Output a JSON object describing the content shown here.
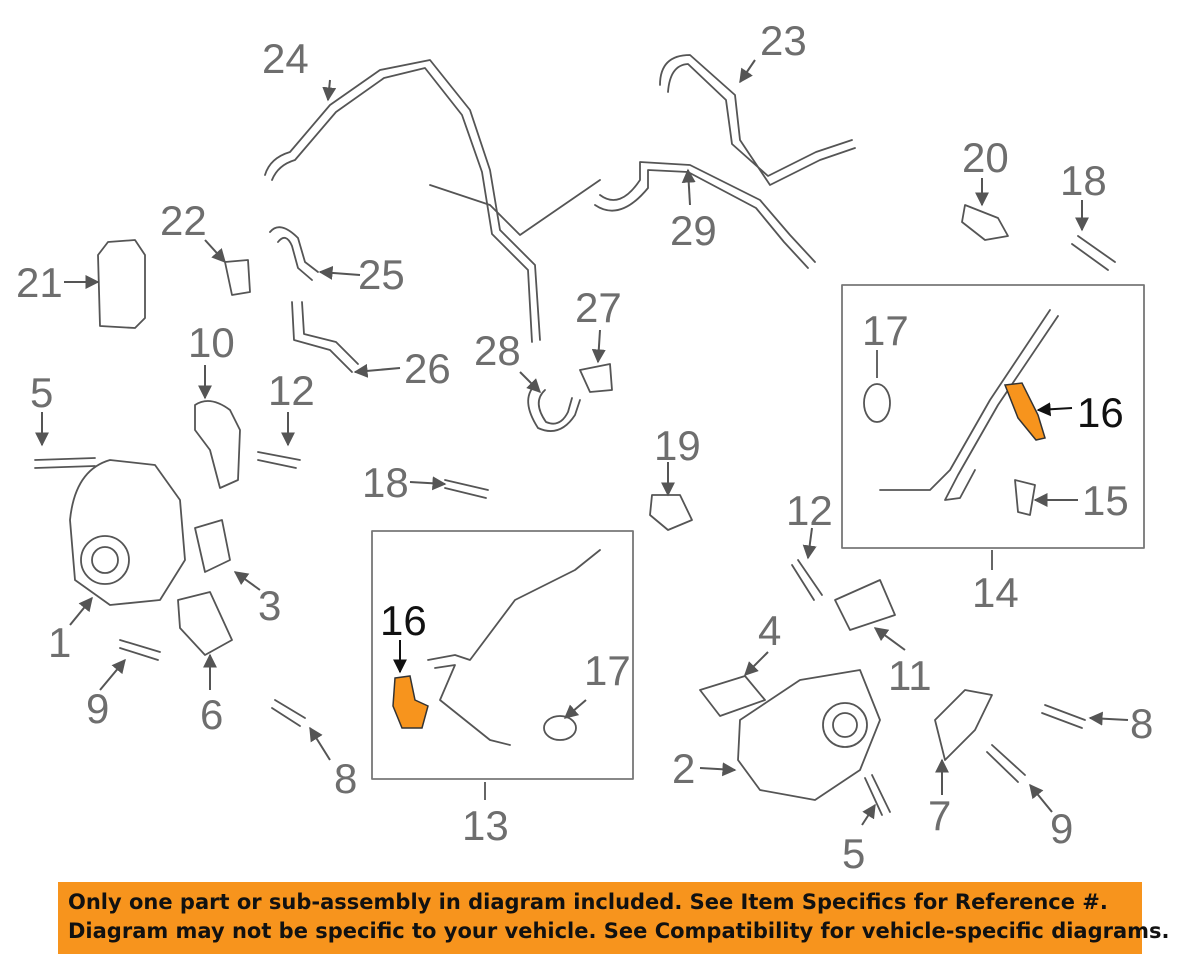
{
  "callouts": {
    "c1": "1",
    "c2": "2",
    "c3": "3",
    "c4": "4",
    "c5a": "5",
    "c5b": "5",
    "c6": "6",
    "c7": "7",
    "c8a": "8",
    "c8b": "8",
    "c9a": "9",
    "c9b": "9",
    "c10": "10",
    "c11": "11",
    "c12a": "12",
    "c12b": "12",
    "c13": "13",
    "c14": "14",
    "c15": "15",
    "c16a": "16",
    "c16b": "16",
    "c17a": "17",
    "c17b": "17",
    "c18a": "18",
    "c18b": "18",
    "c19": "19",
    "c20": "20",
    "c21": "21",
    "c22": "22",
    "c23": "23",
    "c24": "24",
    "c25": "25",
    "c26": "26",
    "c27": "27",
    "c28": "28",
    "c29": "29"
  },
  "highlight_color": "#f7941d",
  "banner": {
    "line1": "Only one part or sub-assembly in diagram included. See Item Specifics for Reference #.",
    "line2": "Diagram may not be specific to your vehicle. See Compatibility for vehicle-specific diagrams."
  }
}
